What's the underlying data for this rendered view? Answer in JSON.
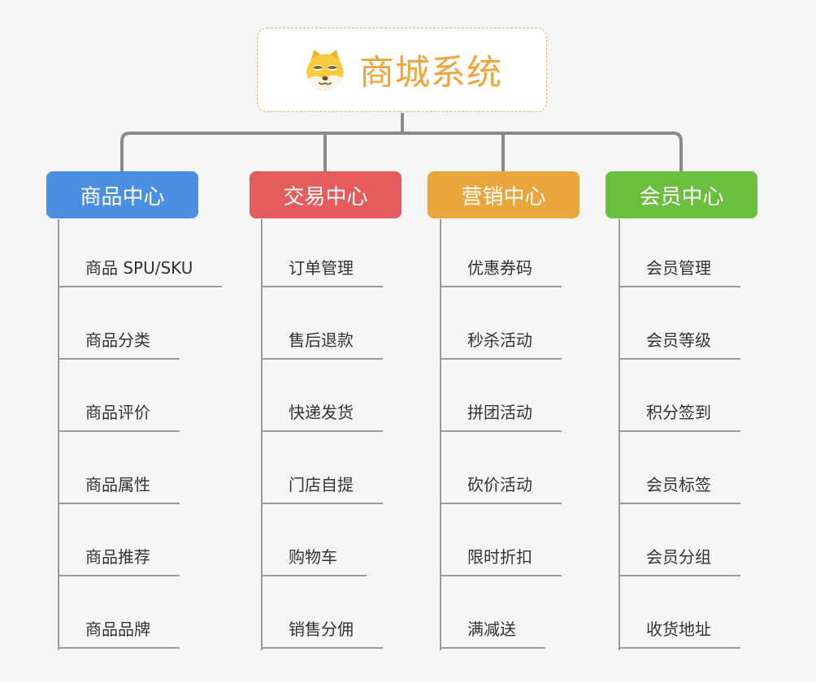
{
  "root": {
    "title": "商城系统",
    "icon": "dog-icon"
  },
  "colors": {
    "background": "#f6f6f6",
    "connector": "#8a8a8a",
    "child_line": "#9b9b9b",
    "root_text": "#f2a43c",
    "root_border": "#f2b25c",
    "child_text": "#333333"
  },
  "branches": [
    {
      "label": "商品中心",
      "color": "#4b8fe2",
      "children": [
        "商品 SPU/SKU",
        "商品分类",
        "商品评价",
        "商品属性",
        "商品推荐",
        "商品品牌"
      ]
    },
    {
      "label": "交易中心",
      "color": "#e45c5c",
      "children": [
        "订单管理",
        "售后退款",
        "快递发货",
        "门店自提",
        "购物车",
        "销售分佣"
      ]
    },
    {
      "label": "营销中心",
      "color": "#e9a63c",
      "children": [
        "优惠券码",
        "秒杀活动",
        "拼团活动",
        "砍价活动",
        "限时折扣",
        "满减送"
      ]
    },
    {
      "label": "会员中心",
      "color": "#6cbe3e",
      "children": [
        "会员管理",
        "会员等级",
        "积分签到",
        "会员标签",
        "会员分组",
        "收货地址"
      ]
    }
  ]
}
